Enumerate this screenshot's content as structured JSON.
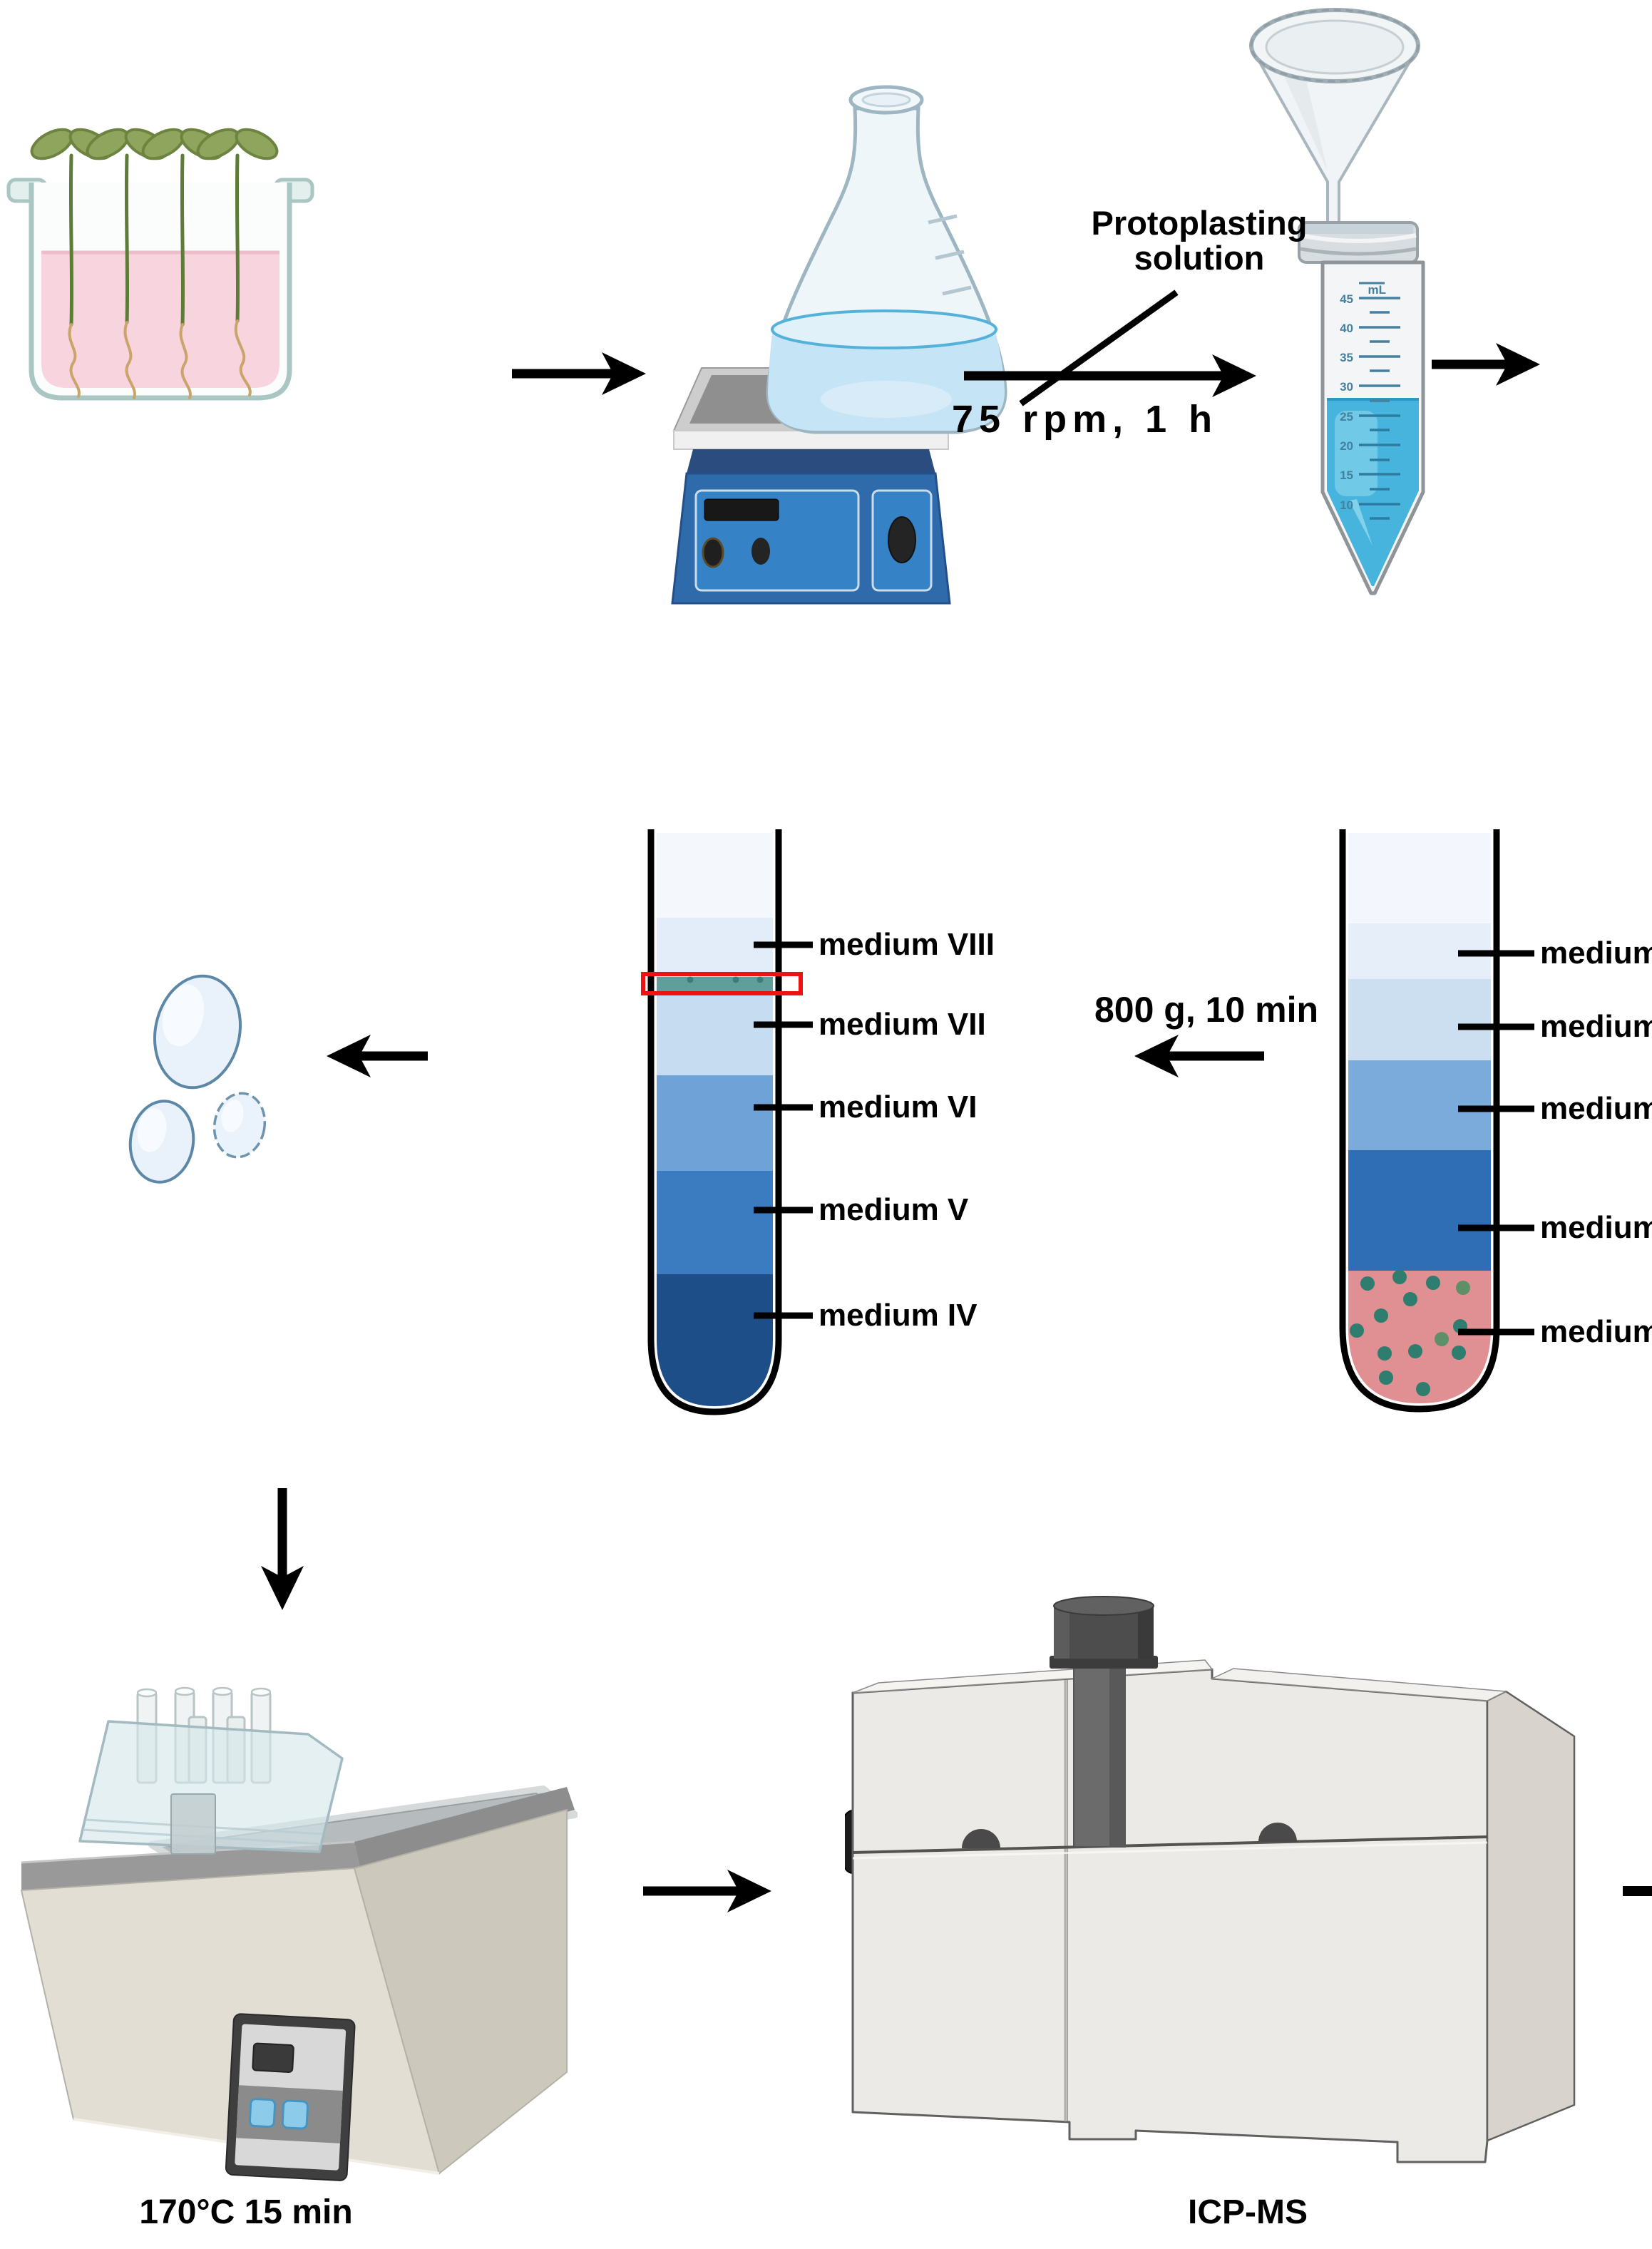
{
  "annotations": {
    "protoplasting": {
      "line1": "Protoplasting",
      "line2": "solution"
    },
    "shaking_conditions": "75 rpm, 1 h",
    "centrifugation_conditions": "800 g, 10 min",
    "digestion_conditions": "170°C 15 min",
    "instrument": "ICP-MS"
  },
  "gradient_tube": {
    "labels": [
      {
        "text": "medium VIII"
      },
      {
        "text": "medium VII"
      },
      {
        "text": "medium VI"
      },
      {
        "text": "medium V"
      },
      {
        "text": "medium IV"
      }
    ]
  },
  "pellet_tube": {
    "labels": [
      {
        "text": "medium"
      },
      {
        "text": "medium"
      },
      {
        "text": "medium"
      },
      {
        "text": "medium"
      },
      {
        "text": "medium"
      }
    ]
  },
  "conical_tube": {
    "unit_label": "mL",
    "graduations": [
      "45",
      "40",
      "35",
      "30",
      "25",
      "20",
      "15",
      "10"
    ]
  },
  "colors": {
    "arrow_black": "#000000",
    "highlight_red": "#ee1311",
    "gradient_layers_top_to_bottom": [
      "#f4f8fd",
      "#e2edf9",
      "#5f9e99",
      "#c6dcf0",
      "#6fa3d8",
      "#3b7bc0",
      "#1d4e87"
    ],
    "pellet_layers_top_to_bottom": [
      "#f3f7fd",
      "#e6eefa",
      "#ccdff1",
      "#7aabdb",
      "#2f6eb5",
      "#e08f92"
    ],
    "protoplast_dots": "#2e7d6e",
    "seedling_medium_pink": "#f8d5de",
    "enzyme_solution_blue": "#c5e5f6",
    "falcon_liquid_cyan": "#46b4dd",
    "shaker_blue": "#2f6bab",
    "bath_beige": "#e2ded4",
    "machine_gray": "#eceae6"
  }
}
